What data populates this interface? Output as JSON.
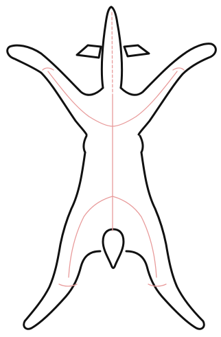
{
  "diagram": {
    "subject": "skinned-animal-hide-cutting-pattern",
    "colors": {
      "background": "#ffffff",
      "outline": "#111111",
      "cut_lines": "#e89a9a"
    },
    "line_styles": {
      "midline_head": "dashed",
      "midline_body": "solid",
      "limb_cuts": "solid"
    }
  }
}
